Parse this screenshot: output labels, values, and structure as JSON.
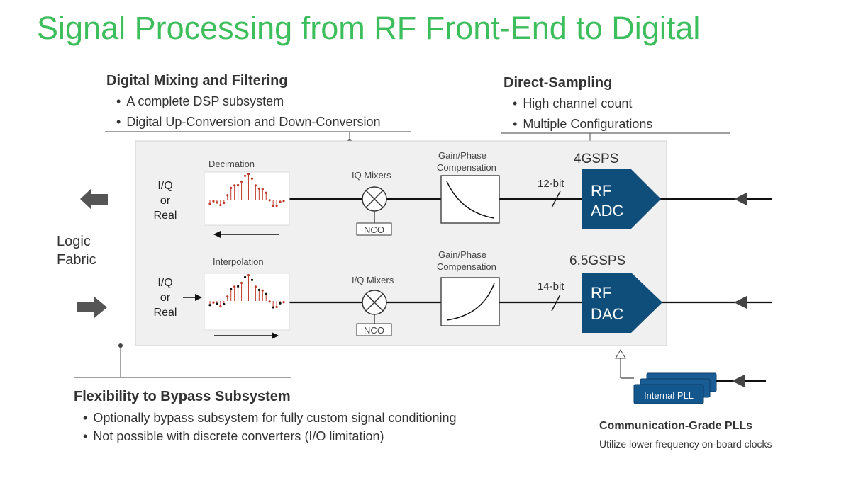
{
  "title": "Signal Processing from RF Front-End to Digital",
  "digital_mixing": {
    "heading": "Digital Mixing and Filtering",
    "bullets": [
      "A complete DSP subsystem",
      "Digital Up-Conversion and Down-Conversion"
    ]
  },
  "direct_sampling": {
    "heading": "Direct-Sampling",
    "bullets": [
      "High channel count",
      "Multiple Configurations"
    ]
  },
  "bypass": {
    "heading": "Flexibility to Bypass Subsystem",
    "bullets": [
      "Optionally bypass subsystem for fully custom signal conditioning",
      "Not possible with discrete converters (I/O limitation)"
    ]
  },
  "plls": {
    "heading": "Communication-Grade PLLs",
    "subtext": "Utilize lower frequency on-board clocks",
    "box_label": "Internal PLL"
  },
  "logic_fabric": {
    "line1": "Logic",
    "line2": "Fabric"
  },
  "rx_path": {
    "stage_label": "Decimation",
    "io_line1": "I/Q",
    "io_line2": "or",
    "io_line3": "Real",
    "mixer_label": "IQ Mixers",
    "nco_label": "NCO",
    "comp_line1": "Gain/Phase",
    "comp_line2": "Compensation",
    "bits": "12-bit",
    "rate": "4GSPS",
    "converter_line1": "RF",
    "converter_line2": "ADC"
  },
  "tx_path": {
    "stage_label": "Interpolation",
    "io_line1": "I/Q",
    "io_line2": "or",
    "io_line3": "Real",
    "mixer_label": "I/Q Mixers",
    "nco_label": "NCO",
    "comp_line1": "Gain/Phase",
    "comp_line2": "Compensation",
    "bits": "14-bit",
    "rate": "6.5GSPS",
    "converter_line1": "RF",
    "converter_line2": "DAC"
  },
  "colors": {
    "title": "#3dbe5c",
    "converter_fill": "#0f4d7a",
    "panel_fill": "#f0f0f0",
    "stem_red": "#c0392b",
    "arrow_gray": "#555555"
  }
}
